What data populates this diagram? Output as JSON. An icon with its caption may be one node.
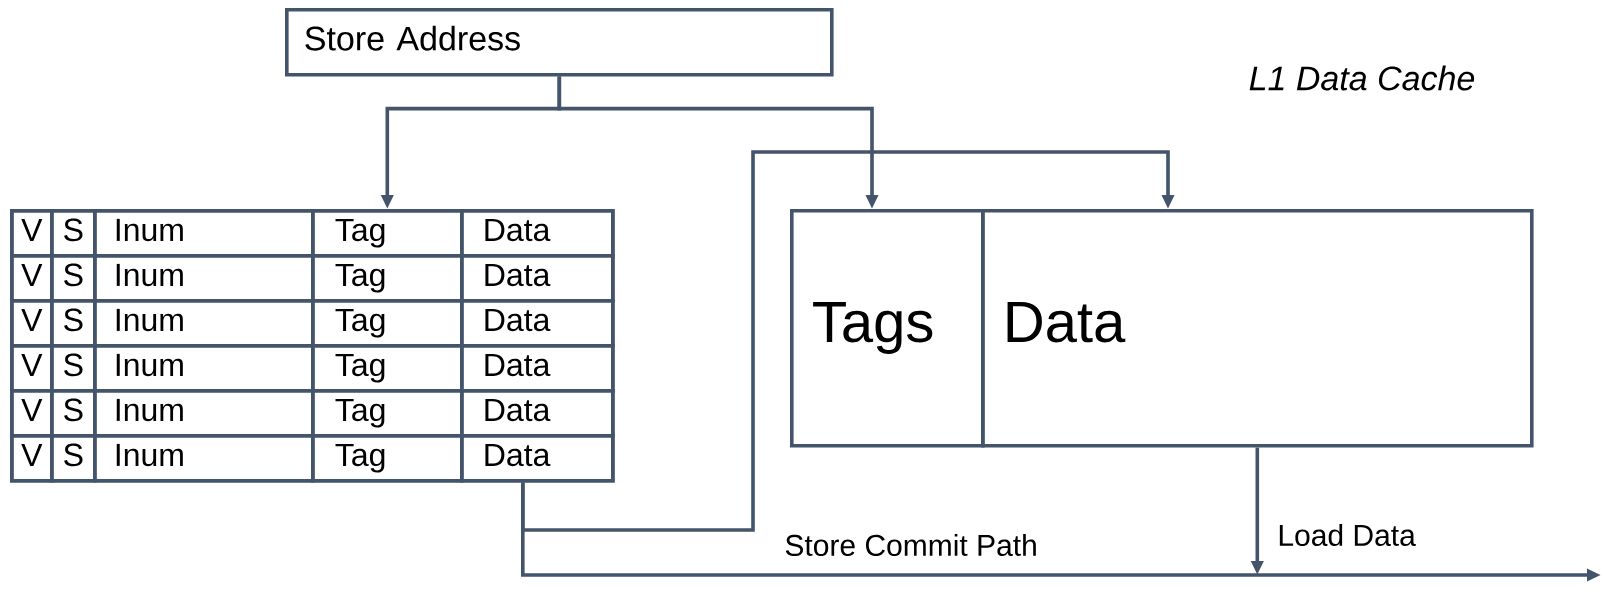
{
  "diagram": {
    "nodes": [
      {
        "text": [
          "Store Address"
        ]
      },
      {
        "text": [],
        "shape": "box"
      },
      {
        "text": [
          "V"
        ],
        "in": 1
      },
      {
        "text": [
          "S"
        ],
        "in": 1
      },
      {
        "text": [
          "Inum"
        ],
        "in": 1
      },
      {
        "text": [
          "Tag"
        ],
        "in": 1
      },
      {
        "text": [
          "Data"
        ],
        "in": 1
      },
      {
        "text": [
          "V"
        ],
        "in": 1
      },
      {
        "text": [
          "S"
        ],
        "in": 1
      },
      {
        "text": [
          "Inum"
        ],
        "in": 1
      },
      {
        "text": [
          "Tag"
        ],
        "in": 1
      },
      {
        "text": [
          "Data"
        ],
        "in": 1
      },
      {
        "text": [
          "V"
        ],
        "in": 1
      },
      {
        "text": [
          "S"
        ],
        "in": 1
      },
      {
        "text": [
          "Inum"
        ],
        "in": 1
      },
      {
        "text": [
          "Tag"
        ],
        "in": 1
      },
      {
        "text": [
          "Data"
        ],
        "in": 1
      },
      {
        "text": [
          "V"
        ],
        "in": 1
      },
      {
        "text": [
          "S"
        ],
        "in": 1
      },
      {
        "text": [
          "Inum"
        ],
        "in": 1
      },
      {
        "text": [
          "Tag"
        ],
        "in": 1
      },
      {
        "text": [
          "Data"
        ],
        "in": 1
      },
      {
        "text": [
          "V"
        ],
        "in": 1
      },
      {
        "text": [
          "S"
        ],
        "in": 1
      },
      {
        "text": [
          "Inum"
        ],
        "in": 1
      },
      {
        "text": [
          "Tag"
        ],
        "in": 1
      },
      {
        "text": [
          "Data"
        ],
        "in": 1
      },
      {
        "text": [
          "V"
        ],
        "in": 1
      },
      {
        "text": [
          "S"
        ],
        "in": 1
      },
      {
        "text": [
          "Inum"
        ],
        "in": 1
      },
      {
        "text": [
          "Tag"
        ],
        "in": 1
      },
      {
        "text": [
          "Data"
        ],
        "in": 1
      },
      {
        "text": [
          "Tags"
        ]
      },
      {
        "text": [
          "Data"
        ]
      }
    ],
    "edges": [
      {
        "from": 0,
        "to": 5,
        "arrow": "to"
      },
      {
        "from": 0,
        "to": 32,
        "arrow": "to"
      },
      {
        "from": 31,
        "to": 33,
        "arrow": "to",
        "label": "Store Commit Path"
      },
      {
        "from": 31,
        "to": null,
        "arrow": "to"
      },
      {
        "from": 33,
        "to": null,
        "arrow": "to",
        "label": "Load Data"
      }
    ],
    "labels": [
      "L1 Data Cache"
    ]
  }
}
